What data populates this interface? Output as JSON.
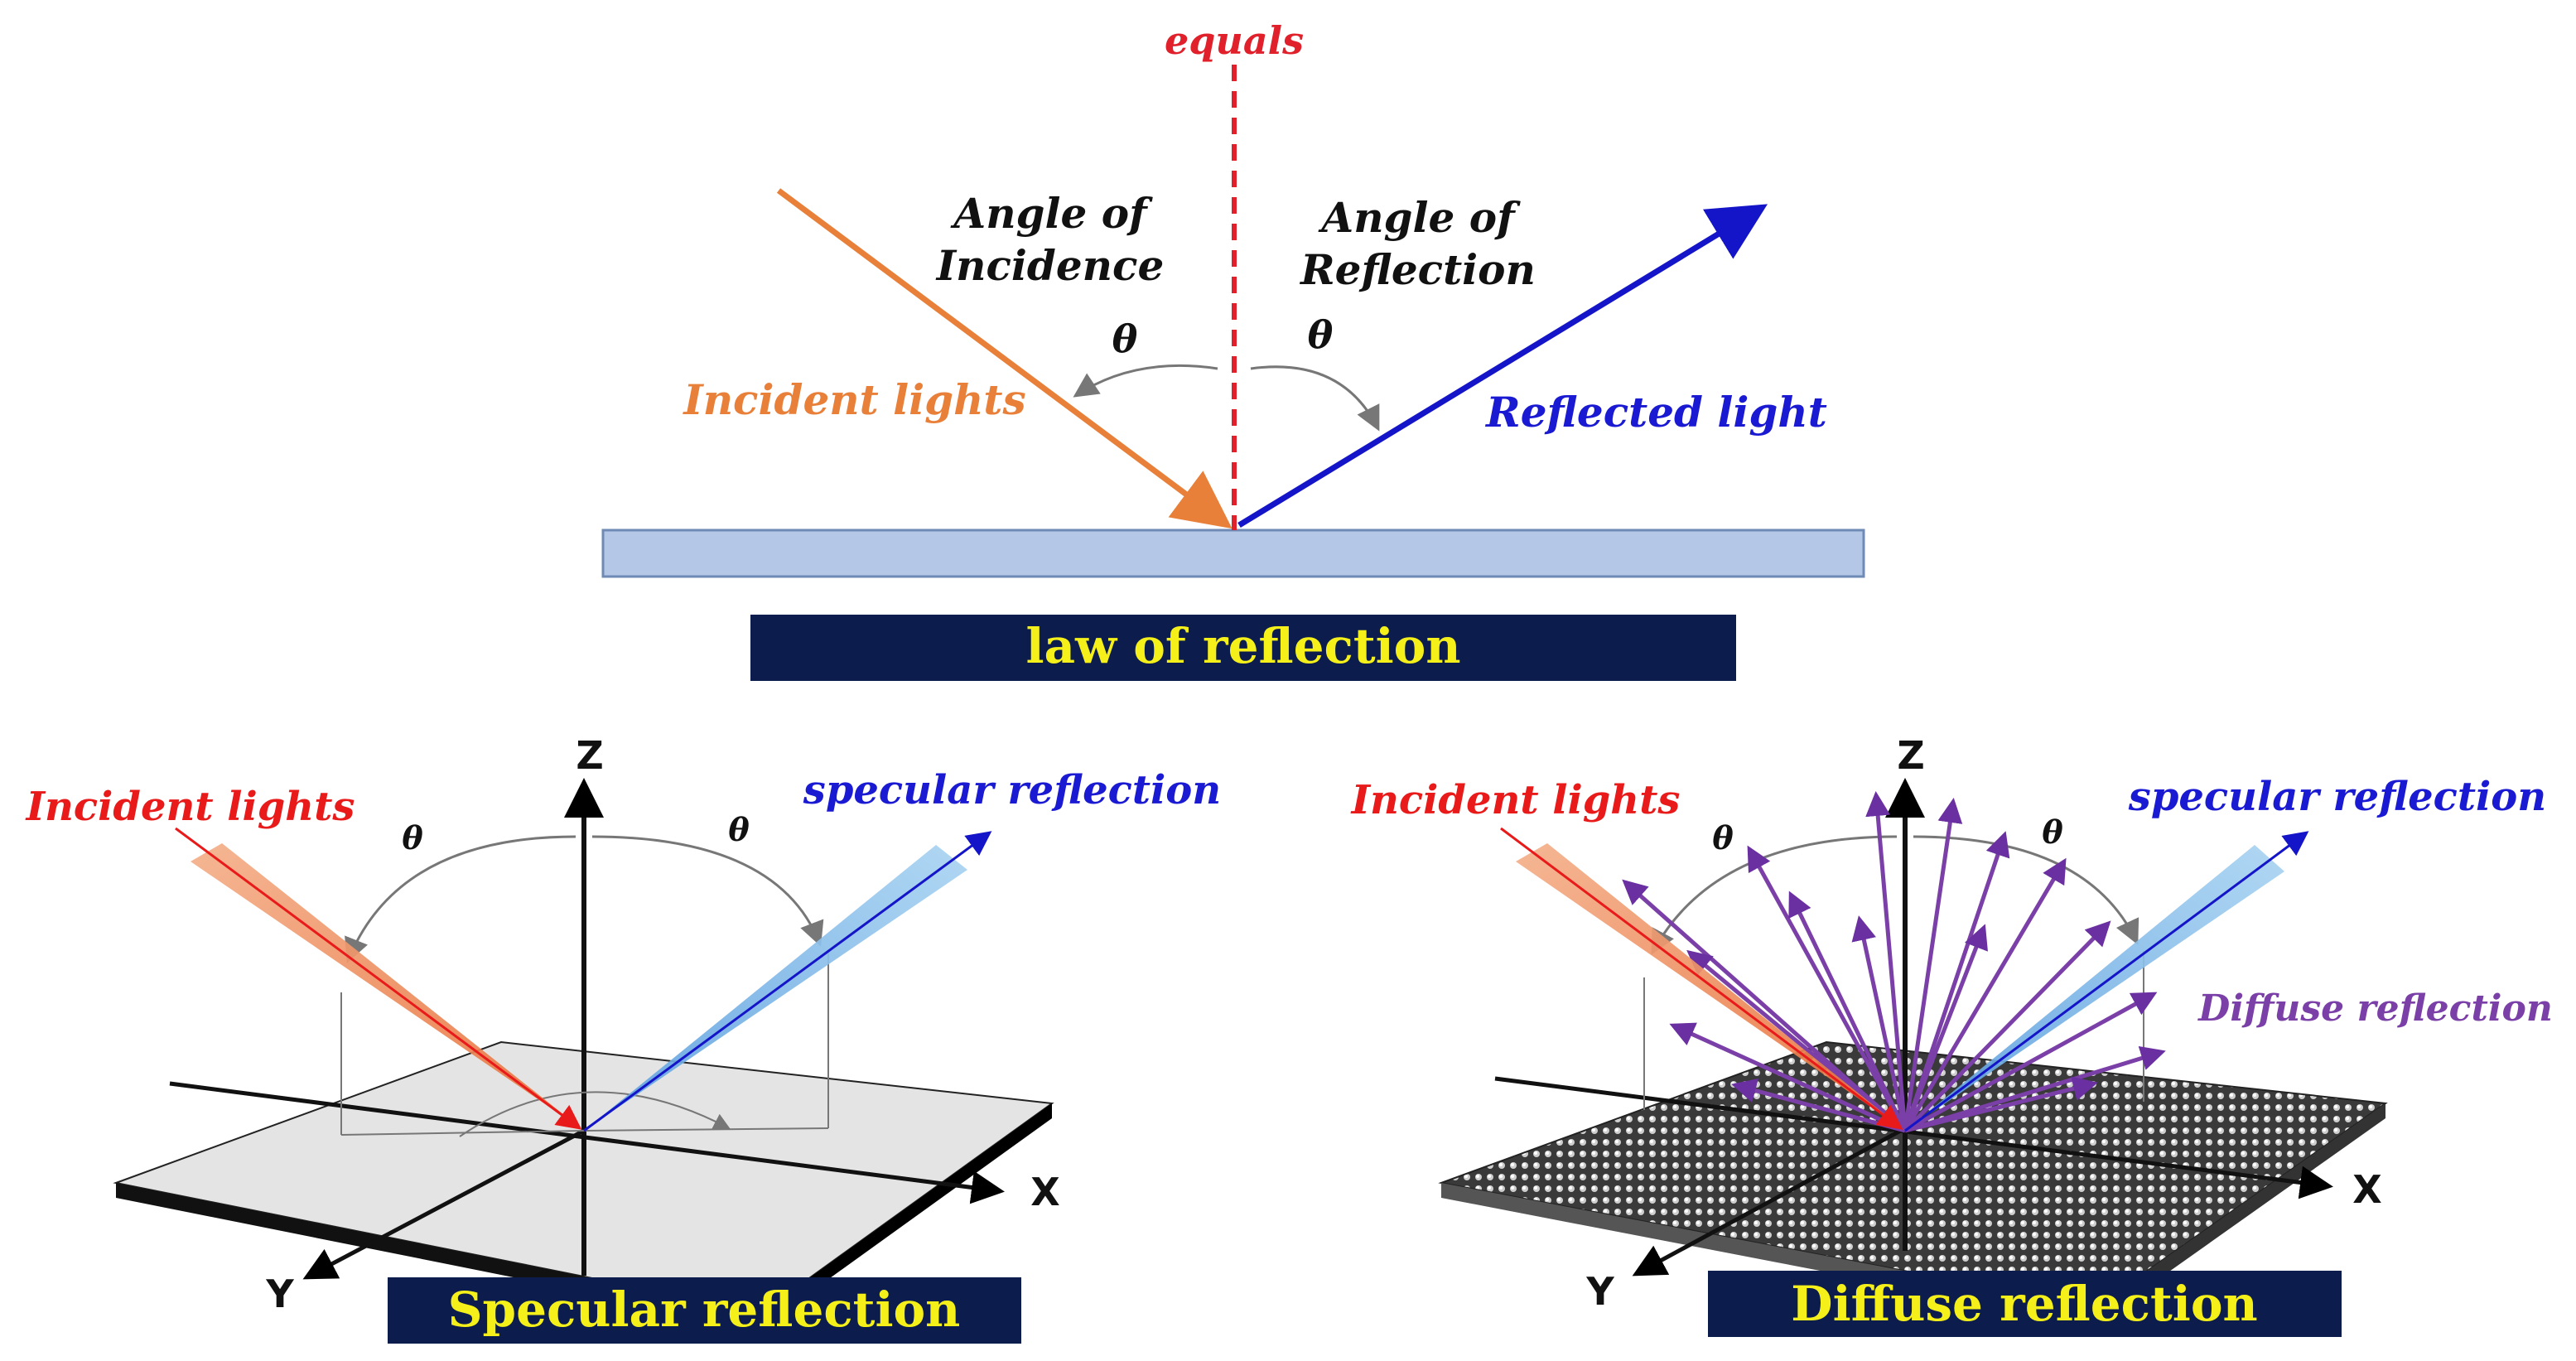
{
  "law": {
    "normal_label": "equals",
    "incidence_angle_label": [
      "Angle of",
      "Incidence"
    ],
    "reflection_angle_label": [
      "Angle of",
      "Reflection"
    ],
    "theta": "θ",
    "incident_label": "Incident lights",
    "reflected_label": "Reflected light",
    "banner": "law of reflection"
  },
  "specular": {
    "z_label": "Z",
    "x_label": "X",
    "y_label": "Y",
    "theta": "θ",
    "incident_label": "Incident lights",
    "specular_label": "specular reflection",
    "banner": "Specular reflection"
  },
  "diffuse": {
    "z_label": "Z",
    "x_label": "X",
    "y_label": "Y",
    "theta": "θ",
    "incident_label": "Incident lights",
    "specular_label": "specular reflection",
    "diffuse_label": "Diffuse reflection",
    "banner": "Diffuse reflection"
  },
  "colors": {
    "incident": "#e8803a",
    "reflected": "#1414c8",
    "normal": "#e0202a",
    "red_label": "#e81a1a",
    "blue_label": "#1a1ad2",
    "diffuse": "#7b3fa8",
    "banner_bg": "#0b1c4d",
    "banner_text": "#f5f01a",
    "surface": "#b4c7e7"
  }
}
